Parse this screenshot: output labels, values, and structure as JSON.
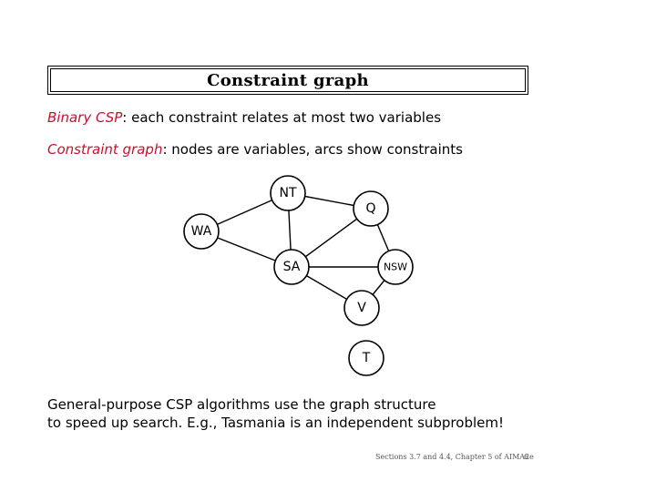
{
  "title": "Constraint graph",
  "line1": {
    "term": "Binary CSP",
    "rest": ": each constraint relates at most two variables"
  },
  "line2": {
    "term": "Constraint graph",
    "rest": ": nodes are variables, arcs show constraints"
  },
  "graph": {
    "nodes": [
      {
        "id": "NT",
        "label": "NT"
      },
      {
        "id": "Q",
        "label": "Q"
      },
      {
        "id": "WA",
        "label": "WA"
      },
      {
        "id": "SA",
        "label": "SA"
      },
      {
        "id": "NSW",
        "label": "NSW"
      },
      {
        "id": "V",
        "label": "V"
      },
      {
        "id": "T",
        "label": "T"
      }
    ],
    "edges": [
      [
        "WA",
        "NT"
      ],
      [
        "WA",
        "SA"
      ],
      [
        "NT",
        "SA"
      ],
      [
        "NT",
        "Q"
      ],
      [
        "SA",
        "Q"
      ],
      [
        "SA",
        "NSW"
      ],
      [
        "SA",
        "V"
      ],
      [
        "Q",
        "NSW"
      ],
      [
        "NSW",
        "V"
      ]
    ]
  },
  "paragraph": {
    "line1": "General-purpose CSP algorithms use the graph structure",
    "line2": "to speed up search. E.g., Tasmania is an independent subproblem!"
  },
  "footer": {
    "text": "Sections 3.7 and 4.4, Chapter 5 of AIMA2e",
    "page": "6"
  }
}
